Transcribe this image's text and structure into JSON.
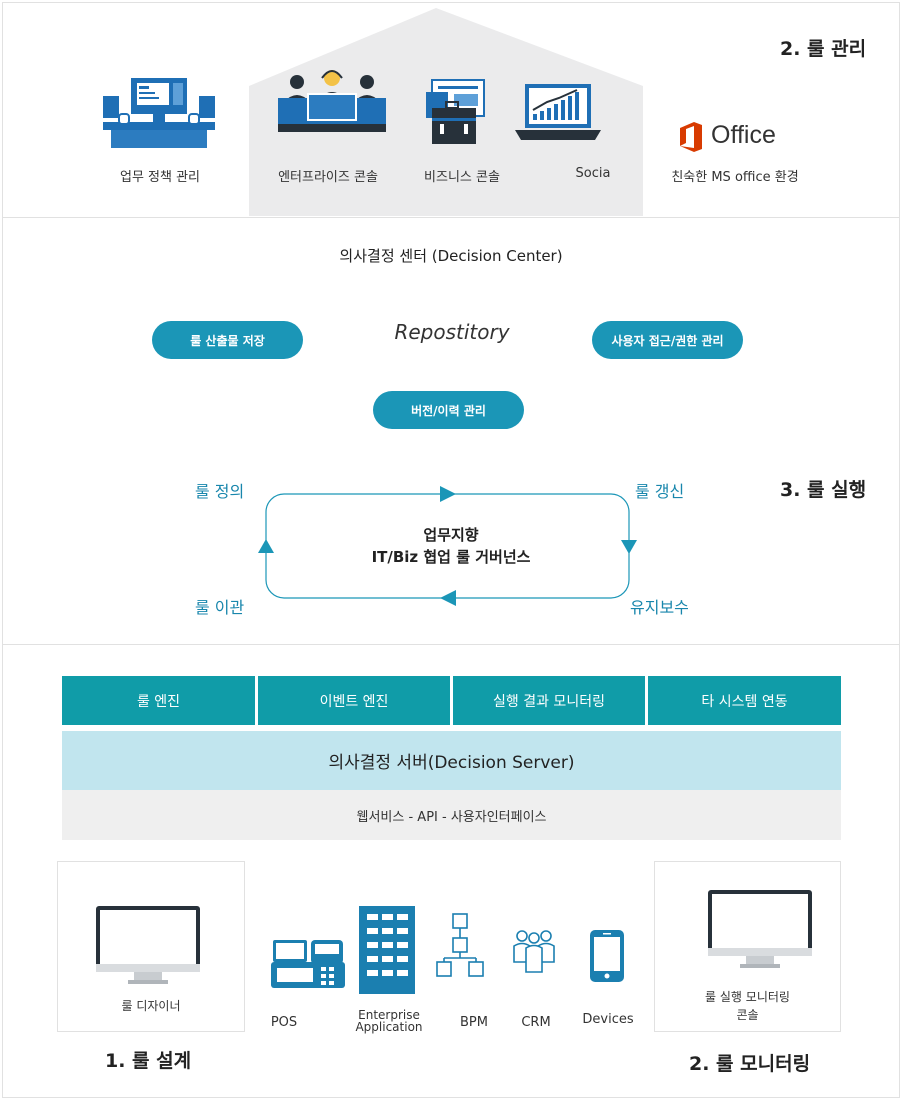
{
  "sections": {
    "management_title": "2. 룰 관리",
    "execution_title": "3. 룰 실행",
    "design_title": "1. 룰 설계",
    "monitoring_title": "2. 룰 모니터링"
  },
  "management": {
    "items": [
      {
        "label": "업무 정책 관리",
        "icon": "desktop-workstation-icon"
      },
      {
        "label": "엔터프라이즈 콘솔",
        "icon": "operators-icon"
      },
      {
        "label": "비즈니스 콘솔",
        "icon": "briefcase-documents-icon"
      },
      {
        "label": "Socia",
        "icon": "laptop-chart-icon"
      }
    ],
    "office": {
      "logo_text": "Office",
      "label": "친숙한 MS office 환경",
      "icon": "office-logo-icon"
    }
  },
  "decision_center": {
    "title": "의사결정 센터 (Decision Center)",
    "repository": "Repostitory",
    "pills": [
      "룰 산출물 저장",
      "사용자 접근/권한 관리",
      "버전/이력 관리"
    ]
  },
  "cycle": {
    "center_line1": "업무지향",
    "center_line2": "IT/Biz 협업 룰 거버넌스",
    "top_left": "룰 정의",
    "top_right": "룰 갱신",
    "bottom_left": "룰 이관",
    "bottom_right": "유지보수"
  },
  "server": {
    "cells": [
      "룰 엔진",
      "이벤트 엔진",
      "실행 결과 모니터링",
      "타 시스템 연동"
    ],
    "title": "의사결정 서버(Decision Server)",
    "interfaces": "웹서비스 - API - 사용자인터페이스"
  },
  "clients": {
    "designer": "룰 디자이너",
    "monitor_line1": "룰 실행 모니터링",
    "monitor_line2": "콘솔",
    "items": [
      {
        "label": "POS",
        "icon": "pos-terminal-icon"
      },
      {
        "label1": "Enterprise",
        "label2": "Application",
        "icon": "building-icon"
      },
      {
        "label": "BPM",
        "icon": "flowchart-icon"
      },
      {
        "label": "CRM",
        "icon": "people-group-icon"
      },
      {
        "label": "Devices",
        "icon": "smartphone-icon"
      }
    ]
  },
  "colors": {
    "accent": "#1b96b7",
    "teal": "#109ca8",
    "server_band": "#c1e5ee",
    "interface_band": "#efefef",
    "office_red": "#d83b01"
  }
}
